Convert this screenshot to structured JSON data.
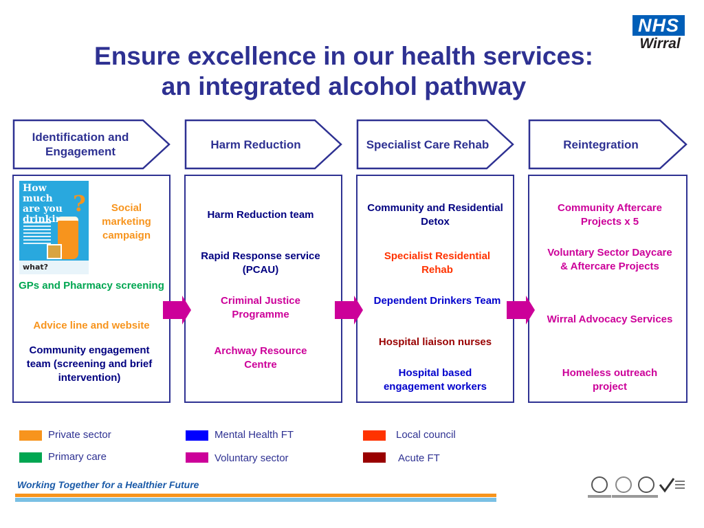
{
  "title_line1": "Ensure excellence in our health services:",
  "title_line2": "an integrated alcohol pathway",
  "logo": {
    "nhs": "NHS",
    "org": "Wirral"
  },
  "stages": [
    {
      "label": "Identification and Engagement"
    },
    {
      "label": "Harm Reduction"
    },
    {
      "label": "Specialist Care Rehab"
    },
    {
      "label": "Reintegration"
    }
  ],
  "identification": {
    "poster": {
      "headline": "How much are you drinking",
      "question_mark": "?",
      "brand": "what?"
    },
    "social_marketing": "Social marketing campaign",
    "gps_pharmacy": "GPs and Pharmacy screening",
    "advice_line": "Advice line and website",
    "community_engagement": "Community engagement team (screening and brief intervention)"
  },
  "harm_reduction": {
    "team": "Harm Reduction team",
    "rapid_response": "Rapid Response service (PCAU)",
    "criminal_justice": "Criminal Justice Programme",
    "archway": "Archway Resource Centre"
  },
  "specialist": {
    "detox": "Community and Residential Detox",
    "residential_rehab": "Specialist Residential Rehab",
    "dependent_drinkers": "Dependent Drinkers Team",
    "hospital_liaison": "Hospital liaison nurses",
    "hospital_based": "Hospital based engagement workers"
  },
  "reintegration": {
    "aftercare": "Community Aftercare Projects x 5",
    "voluntary_daycare": "Voluntary Sector Daycare & Aftercare Projects",
    "advocacy": "Wirral Advocacy Services",
    "homeless": "Homeless outreach project"
  },
  "legend": [
    {
      "label": "Private sector",
      "color": "#f7941d"
    },
    {
      "label": "Primary care",
      "color": "#00a651"
    },
    {
      "label": "Mental Health FT",
      "color": "#0000ff"
    },
    {
      "label": "Voluntary sector",
      "color": "#cc0099"
    },
    {
      "label": "Local council",
      "color": "#ff3300"
    },
    {
      "label": "Acute FT",
      "color": "#990000"
    }
  ],
  "footer": {
    "slogan": "Working Together for a Healthier Future"
  },
  "colors": {
    "title": "#2e3192",
    "stage_border": "#2e3192",
    "connector_arrow": "#cc0099"
  }
}
